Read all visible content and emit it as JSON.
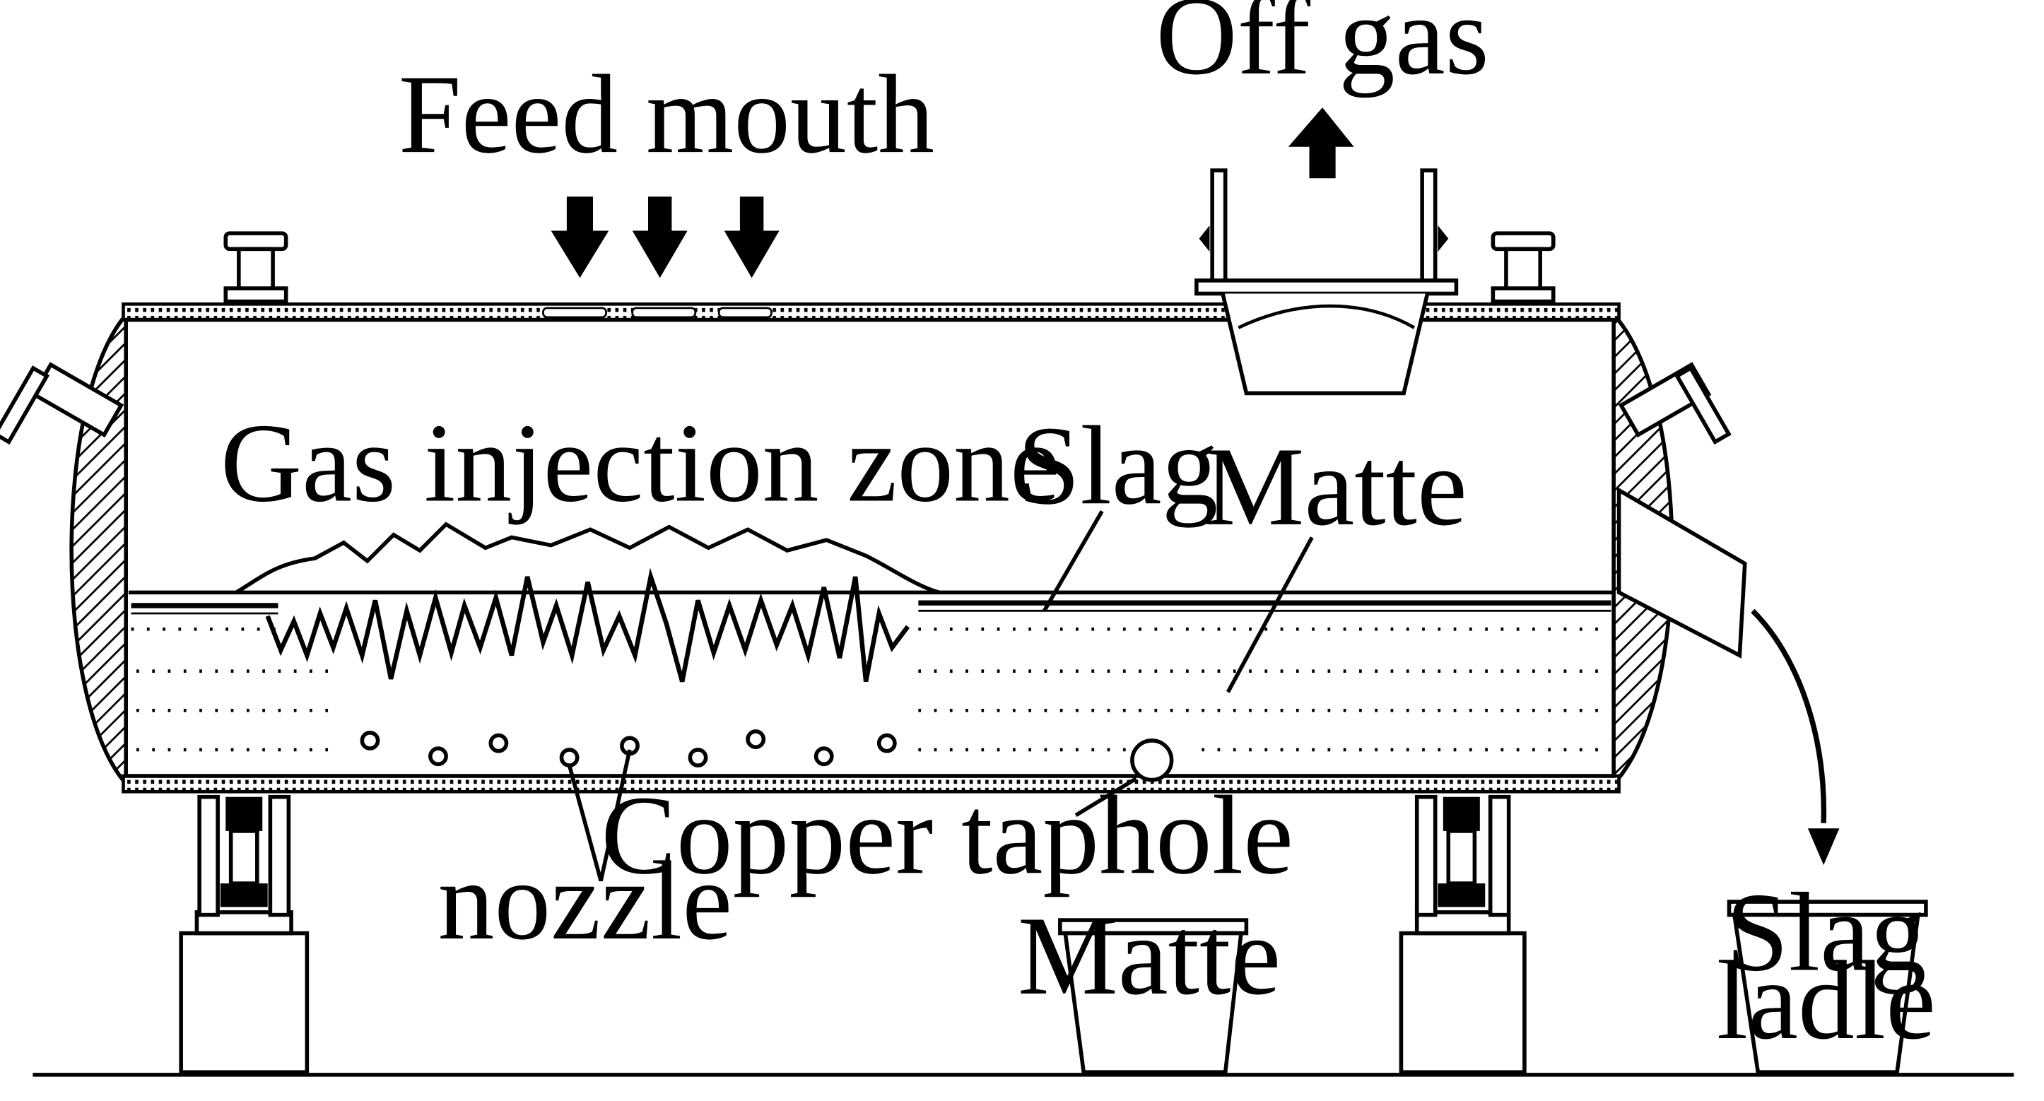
{
  "labels": {
    "off_gas": "Off gas",
    "feed_mouth": "Feed mouth",
    "gas_injection_zone": "Gas injection zone",
    "slag": "Slag",
    "matte_bath": "Matte",
    "copper_taphole": "Copper taphole",
    "nozzle": "nozzle",
    "matte_pot": "Matte",
    "slag_ladle_line1": "Slag",
    "slag_ladle_line2": "ladle"
  }
}
